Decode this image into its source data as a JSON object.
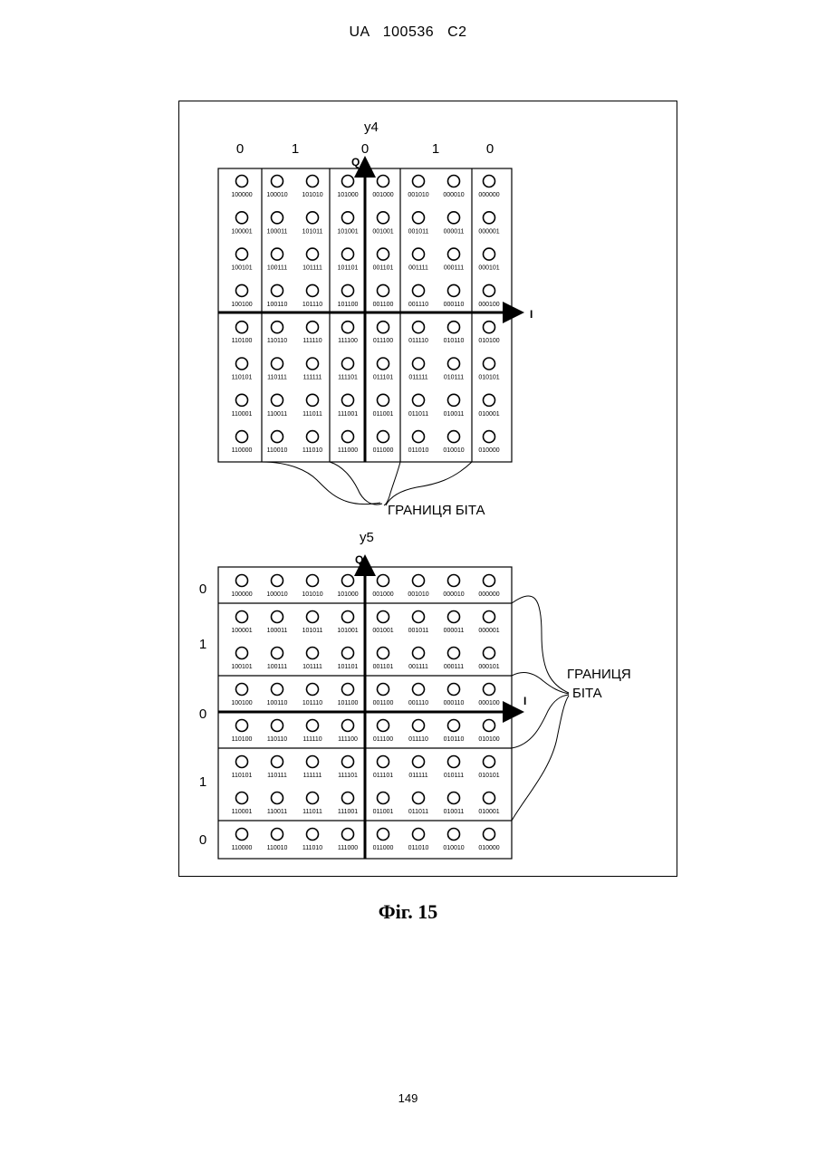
{
  "header": {
    "country": "UA",
    "number": "100536",
    "kind": "C2"
  },
  "top_diagram": {
    "title": "y4",
    "column_bits": [
      "0",
      "1",
      "0",
      "1",
      "0"
    ],
    "axis_q": "Q",
    "axis_i": "I",
    "boundary_label": "ГРАНИЦЯ БІТА",
    "rows": [
      [
        "100000",
        "100010",
        "101010",
        "101000",
        "001000",
        "001010",
        "000010",
        "000000"
      ],
      [
        "100001",
        "100011",
        "101011",
        "101001",
        "001001",
        "001011",
        "000011",
        "000001"
      ],
      [
        "100101",
        "100111",
        "101111",
        "101101",
        "001101",
        "001111",
        "000111",
        "000101"
      ],
      [
        "100100",
        "100110",
        "101110",
        "101100",
        "001100",
        "001110",
        "000110",
        "000100"
      ],
      [
        "110100",
        "110110",
        "111110",
        "111100",
        "011100",
        "011110",
        "010110",
        "010100"
      ],
      [
        "110101",
        "110111",
        "111111",
        "111101",
        "011101",
        "011111",
        "010111",
        "010101"
      ],
      [
        "110001",
        "110011",
        "111011",
        "111001",
        "011001",
        "011011",
        "010011",
        "010001"
      ],
      [
        "110000",
        "110010",
        "111010",
        "111000",
        "011000",
        "011010",
        "010010",
        "010000"
      ]
    ]
  },
  "bottom_diagram": {
    "title": "y5",
    "row_bits": [
      "0",
      "1",
      "0",
      "1",
      "0"
    ],
    "axis_q": "Q",
    "axis_i": "I",
    "boundary_label_line1": "ГРАНИЦЯ",
    "boundary_label_line2": "БІТА",
    "rows": [
      [
        "100000",
        "100010",
        "101010",
        "101000",
        "001000",
        "001010",
        "000010",
        "000000"
      ],
      [
        "100001",
        "100011",
        "101011",
        "101001",
        "001001",
        "001011",
        "000011",
        "000001"
      ],
      [
        "100101",
        "100111",
        "101111",
        "101101",
        "001101",
        "001111",
        "000111",
        "000101"
      ],
      [
        "100100",
        "100110",
        "101110",
        "101100",
        "001100",
        "001110",
        "000110",
        "000100"
      ],
      [
        "110100",
        "110110",
        "111110",
        "111100",
        "011100",
        "011110",
        "010110",
        "010100"
      ],
      [
        "110101",
        "110111",
        "111111",
        "111101",
        "011101",
        "011111",
        "010111",
        "010101"
      ],
      [
        "110001",
        "110011",
        "111011",
        "111001",
        "011001",
        "011011",
        "010011",
        "010001"
      ],
      [
        "110000",
        "110010",
        "111010",
        "111000",
        "011000",
        "011010",
        "010010",
        "010000"
      ]
    ]
  },
  "caption": "Фіг. 15",
  "page_number": "149"
}
